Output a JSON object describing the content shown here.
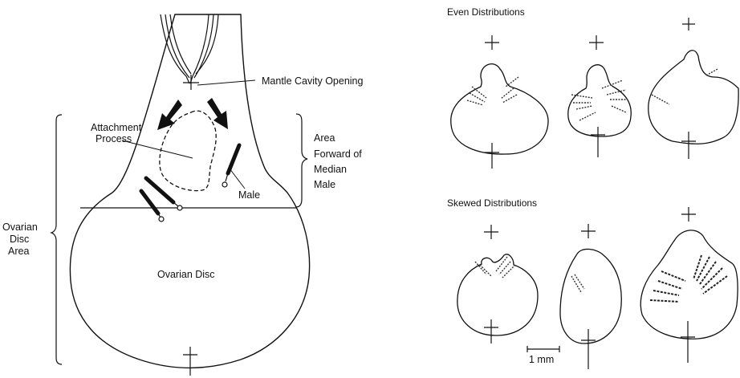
{
  "left_diagram": {
    "labels": {
      "mantle_cavity_opening": "Mantle Cavity Opening",
      "attachment_process_1": "Attachment",
      "attachment_process_2": "Process",
      "area_forward_1": "Area",
      "area_forward_2": "Forward of",
      "area_forward_3": "Median",
      "area_forward_4": "Male",
      "male": "Male",
      "ovarian_disc_area_1": "Ovarian",
      "ovarian_disc_area_2": "Disc",
      "ovarian_disc_area_3": "Area",
      "ovarian_disc": "Ovarian Disc"
    }
  },
  "right_panels": {
    "even_title": "Even Distributions",
    "skewed_title": "Skewed Distributions",
    "scale_bar_label": "1 mm"
  }
}
